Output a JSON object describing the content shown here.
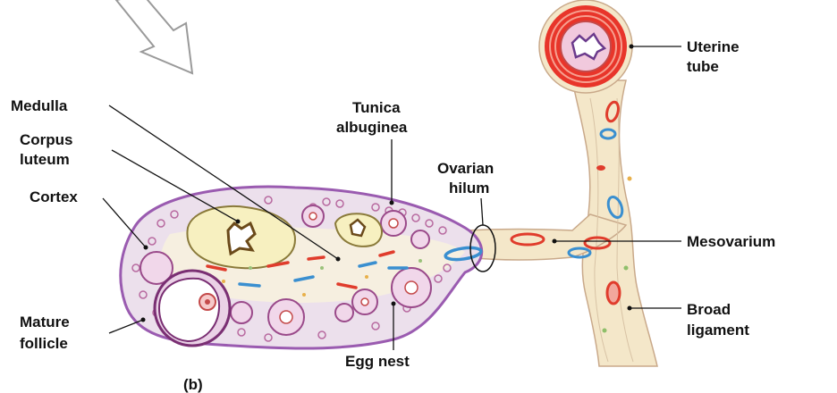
{
  "labels": {
    "medulla": "Medulla",
    "corpus_luteum": [
      "Corpus",
      "luteum"
    ],
    "cortex": "Cortex",
    "mature_follicle": [
      "Mature",
      "follicle"
    ],
    "tunica_albuginea": [
      "Tunica",
      "albuginea"
    ],
    "ovarian_hilum": [
      "Ovarian",
      "hilum"
    ],
    "egg_nest": "Egg nest",
    "uterine_tube": [
      "Uterine",
      "tube"
    ],
    "mesovarium": "Mesovarium",
    "broad_ligament": [
      "Broad",
      "ligament"
    ],
    "panel": "(b)"
  },
  "colors": {
    "tissue_fill": "#f4e7c9",
    "ovary_outline": "#9a5bb0",
    "ovary_fill": "#efe3ee",
    "cortex_cells": "#b86aa0",
    "vessel_red": "#e03c2c",
    "vessel_blue": "#3a8fd0",
    "corpus_luteum": "#f7f0c0",
    "tube_red": "#e8352a"
  }
}
